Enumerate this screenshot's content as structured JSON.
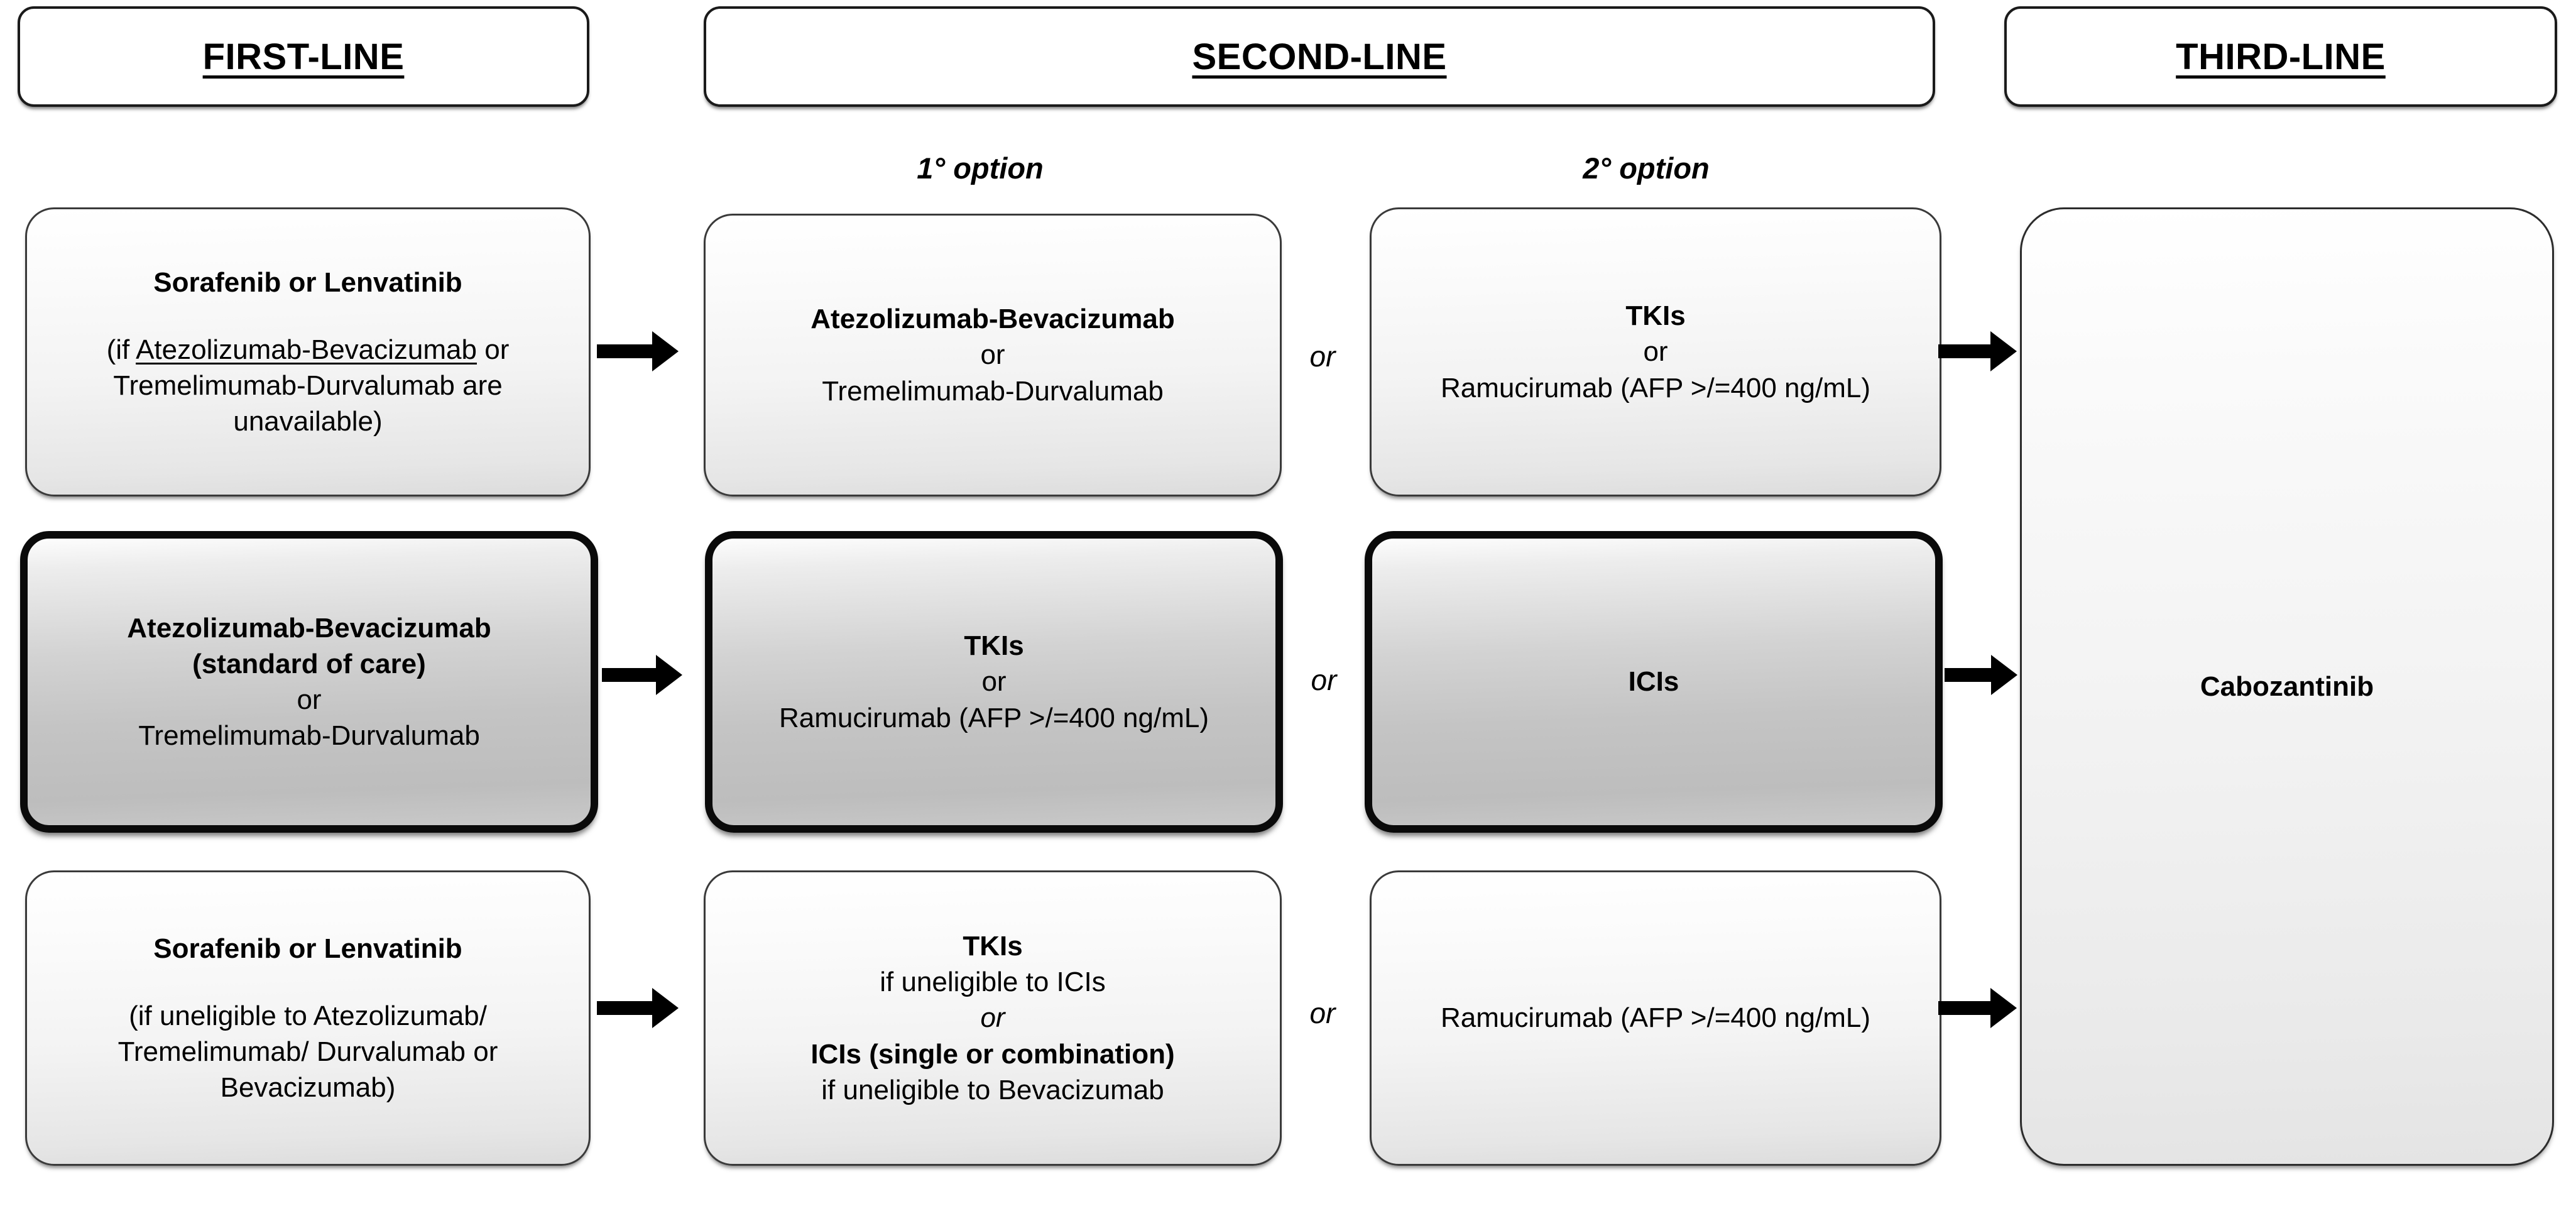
{
  "headers": [
    {
      "label": "FIRST-LINE"
    },
    {
      "label": "SECOND-LINE"
    },
    {
      "label": "THIRD-LINE"
    }
  ],
  "option_labels": {
    "first": "1° option",
    "second": "2° option"
  },
  "connectors": {
    "or": "or"
  },
  "first_line": {
    "row1": {
      "title": "Sorafenib or Lenvatinib",
      "note_prefix": "(if ",
      "note_underlined": "Atezolizumab-Bevacizumab",
      "note_suffix": " or",
      "note_line2": "Tremelimumab-Durvalumab are",
      "note_line3": "unavailable)"
    },
    "row2": {
      "line1": "Atezolizumab-Bevacizumab",
      "line2": "(standard of care)",
      "line3": "or",
      "line4": "Tremelimumab-Durvalumab"
    },
    "row3": {
      "title": "Sorafenib or Lenvatinib",
      "note_line1": "(if uneligible to Atezolizumab/",
      "note_line2": "Tremelimumab/ Durvalumab or",
      "note_line3": "Bevacizumab)"
    }
  },
  "second_line_first_option": {
    "row1": {
      "line1": "Atezolizumab-Bevacizumab",
      "line2": "or",
      "line3": "Tremelimumab-Durvalumab"
    },
    "row2": {
      "line1": "TKIs",
      "line2": "or",
      "line3": "Ramucirumab (AFP >/=400 ng/mL)"
    },
    "row3": {
      "line1": "TKIs",
      "line2": "if uneligible to ICIs",
      "line3": "or",
      "line4": "ICIs (single or combination)",
      "line5": "if uneligible to Bevacizumab"
    }
  },
  "second_line_second_option": {
    "row1": {
      "line1": "TKIs",
      "line2": "or",
      "line3": "Ramucirumab (AFP >/=400 ng/mL)"
    },
    "row2": {
      "line1": "ICIs"
    },
    "row3": {
      "line1": "Ramucirumab (AFP >/=400 ng/mL)"
    }
  },
  "third_line": {
    "label": "Cabozantinib"
  },
  "colors": {
    "background": "#ffffff",
    "border_light": "#3a3a3a",
    "border_strong": "#0a0a0a",
    "fill_light": "#f2f2f2",
    "fill_strong": "#c8c8c8",
    "text": "#000000",
    "arrow": "#000000"
  }
}
